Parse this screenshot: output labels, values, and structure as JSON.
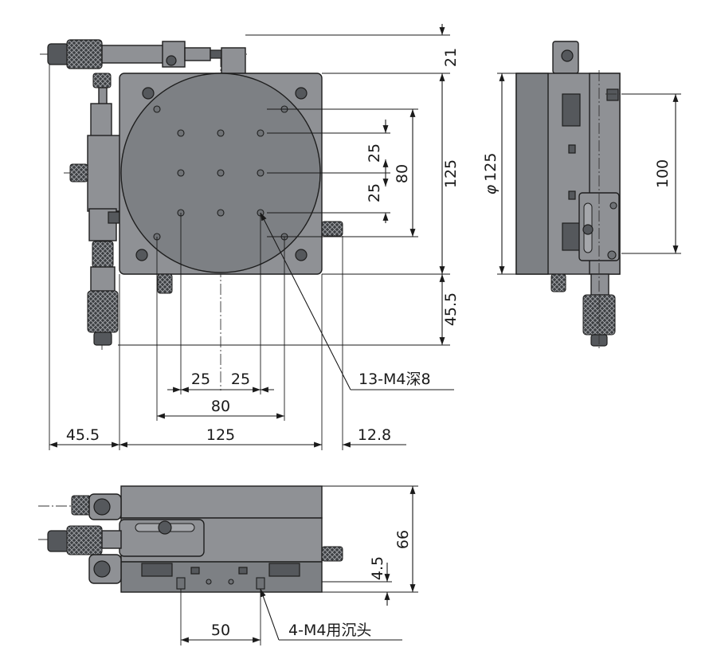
{
  "dimensions": {
    "top_offset": "21",
    "height_125": "125",
    "center_spacing_80": "80",
    "hole_pitch_upper": "25",
    "hole_pitch_lower": "25",
    "bottom_offset": "45.5",
    "left_offset": "45.5",
    "width_125": "125",
    "right_offset": "12.8",
    "bottom_pitch_80": "80",
    "bottom_pitch_left": "25",
    "bottom_pitch_right": "25",
    "side_diameter": "125",
    "side_diameter_symbol": "φ",
    "side_100": "100",
    "front_height": "66",
    "front_small": "4.5",
    "front_spacing": "50"
  },
  "annotations": {
    "tapped_holes": "13-M4深8",
    "counterbore": "4-M4用沉头"
  },
  "colors": {
    "body": "#8f9195",
    "body_dark": "#7d8084",
    "knurl": "#3c3f42",
    "line": "#1a1a1a"
  },
  "icons": {
    "micrometer": "micrometer-icon",
    "knurl_knob": "knurled-knob-icon"
  }
}
